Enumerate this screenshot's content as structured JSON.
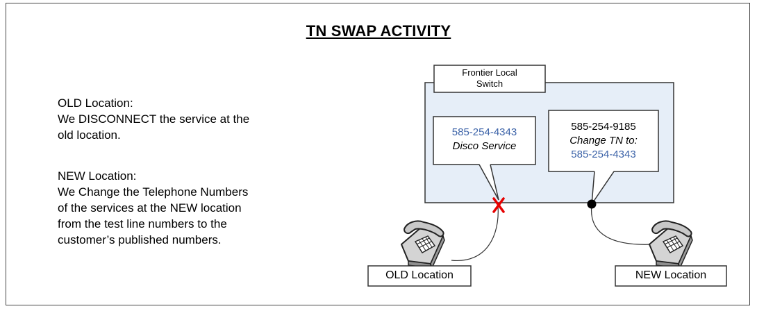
{
  "title": "TN SWAP ACTIVITY",
  "old_location": {
    "heading": "OLD Location:",
    "lines": [
      "We DISCONNECT the service at the",
      "old location."
    ]
  },
  "new_location": {
    "heading": "NEW Location:",
    "lines": [
      "We Change the Telephone Numbers",
      "of the services at the NEW location",
      "from the test line numbers to the",
      "customer’s published numbers."
    ]
  },
  "diagram": {
    "switch_label": [
      "Frontier Local",
      "Switch"
    ],
    "old_callout": {
      "number": "585-254-4343",
      "action": "Disco Service"
    },
    "new_callout": {
      "number": "585-254-9185",
      "action": "Change TN to:",
      "new_number": "585-254-4343"
    },
    "old_box": "OLD Location",
    "new_box": "NEW Location",
    "colors": {
      "switch_fill": "#e6eef8",
      "blue_text": "#3c63a8",
      "disconnect_x": "#e60000"
    },
    "icons": [
      "telephone-icon",
      "disconnect-x-icon",
      "connection-dot-icon"
    ]
  }
}
